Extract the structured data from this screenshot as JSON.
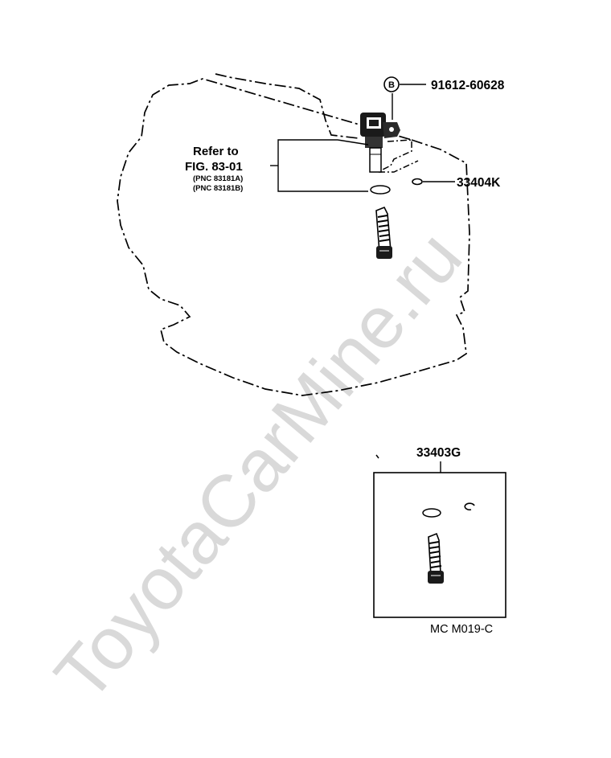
{
  "watermark": "ToyotaCarMine.ru",
  "refer": {
    "line1": "Refer to",
    "line2": "FIG. 83-01",
    "line3": "(PNC 83181A)",
    "line4": "(PNC 83181B)"
  },
  "bolt_marker": "B",
  "parts": {
    "bolt": "91612-60628",
    "oring": "33404K",
    "kit": "33403G"
  },
  "figure_code": "MC M019-C"
}
